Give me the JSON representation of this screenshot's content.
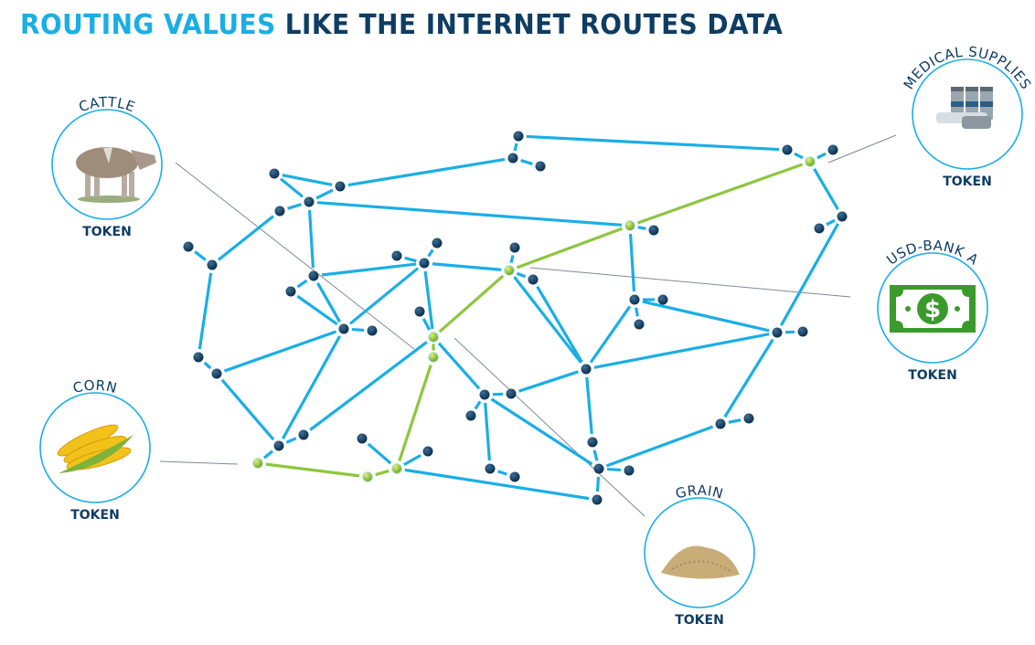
{
  "title": {
    "part1": "ROUTING VALUES",
    "part2": "LIKE THE INTERNET ROUTES DATA"
  },
  "colors": {
    "accent": "#1aaee6",
    "dark": "#0e3d63",
    "route": "#8dc63f",
    "node": "#0d3a5c"
  },
  "tokens": [
    {
      "id": "cattle",
      "label": "CATTLE",
      "sub": "TOKEN",
      "icon": "cow-icon"
    },
    {
      "id": "medical",
      "label": "MEDICAL SUPPLIES",
      "sub": "TOKEN",
      "icon": "vials-icon"
    },
    {
      "id": "usd",
      "label": "USD-BANK A",
      "sub": "TOKEN",
      "icon": "dollar-bill-icon"
    },
    {
      "id": "corn",
      "label": "CORN",
      "sub": "TOKEN",
      "icon": "corn-icon"
    },
    {
      "id": "grain",
      "label": "GRAIN",
      "sub": "TOKEN",
      "icon": "grain-icon"
    }
  ]
}
